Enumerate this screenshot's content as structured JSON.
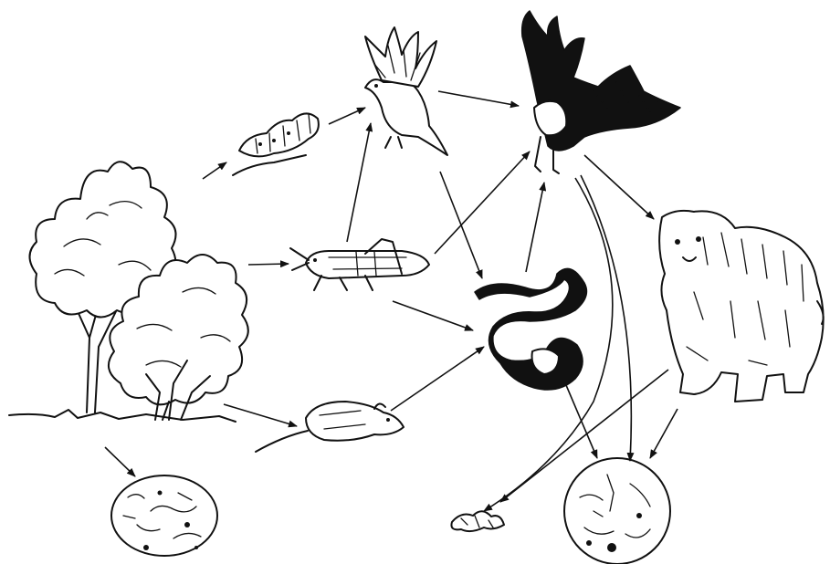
{
  "diagram": {
    "type": "food-web",
    "nodes": [
      "tree-and-shrub",
      "caterpillar",
      "sparrow",
      "hawk",
      "grasshopper",
      "snake",
      "rat",
      "tiger",
      "microbes-left",
      "dead-remains",
      "microbes-right"
    ],
    "edges": [
      [
        "tree-and-shrub",
        "caterpillar"
      ],
      [
        "tree-and-shrub",
        "grasshopper"
      ],
      [
        "tree-and-shrub",
        "rat"
      ],
      [
        "tree-and-shrub",
        "microbes-left"
      ],
      [
        "caterpillar",
        "sparrow"
      ],
      [
        "grasshopper",
        "sparrow"
      ],
      [
        "grasshopper",
        "hawk"
      ],
      [
        "grasshopper",
        "snake"
      ],
      [
        "sparrow",
        "hawk"
      ],
      [
        "sparrow",
        "snake"
      ],
      [
        "rat",
        "snake"
      ],
      [
        "snake",
        "hawk"
      ],
      [
        "snake",
        "microbes-right"
      ],
      [
        "hawk",
        "tiger"
      ],
      [
        "hawk",
        "dead-remains"
      ],
      [
        "hawk",
        "microbes-right"
      ],
      [
        "tiger",
        "dead-remains"
      ],
      [
        "tiger",
        "microbes-right"
      ]
    ],
    "colors": {
      "ink": "#111111",
      "background": "#ffffff"
    }
  }
}
